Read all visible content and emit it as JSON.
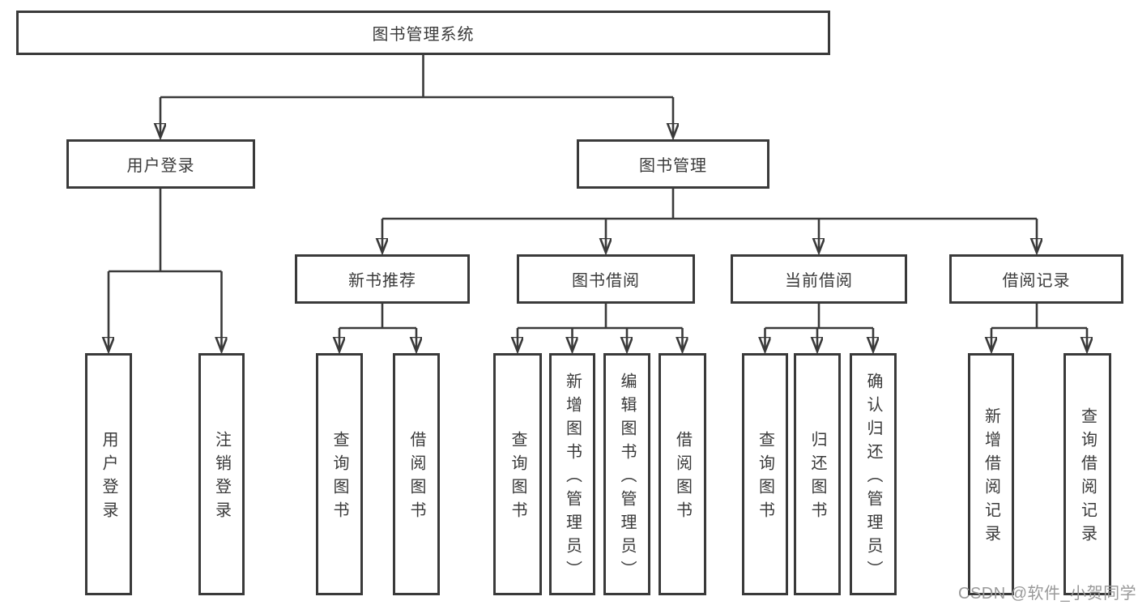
{
  "diagram": {
    "root": {
      "label": "图书管理系统"
    },
    "user_branch": {
      "label": "用户登录",
      "children": [
        {
          "label": "用户登录"
        },
        {
          "label": "注销登录"
        }
      ]
    },
    "book_branch": {
      "label": "图书管理",
      "modules": [
        {
          "label": "新书推荐",
          "children": [
            {
              "label": "查询图书"
            },
            {
              "label": "借阅图书"
            }
          ]
        },
        {
          "label": "图书借阅",
          "children": [
            {
              "label": "查询图书"
            },
            {
              "label": "新增图书（管理员）"
            },
            {
              "label": "编辑图书（管理员）"
            },
            {
              "label": "借阅图书"
            }
          ]
        },
        {
          "label": "当前借阅",
          "children": [
            {
              "label": "查询图书"
            },
            {
              "label": "归还图书"
            },
            {
              "label": "确认归还（管理员）"
            }
          ]
        },
        {
          "label": "借阅记录",
          "children": [
            {
              "label": "新增借阅记录"
            },
            {
              "label": "查询借阅记录"
            }
          ]
        }
      ]
    }
  },
  "watermark": {
    "text": "CSDN @软件_小贺同学"
  },
  "colors": {
    "line": "#3a3a3a",
    "box_border": "#3a3a3a",
    "box_fill": "#ffffff",
    "text": "#3a3a3a",
    "watermark": "#999999",
    "background": "#ffffff"
  }
}
